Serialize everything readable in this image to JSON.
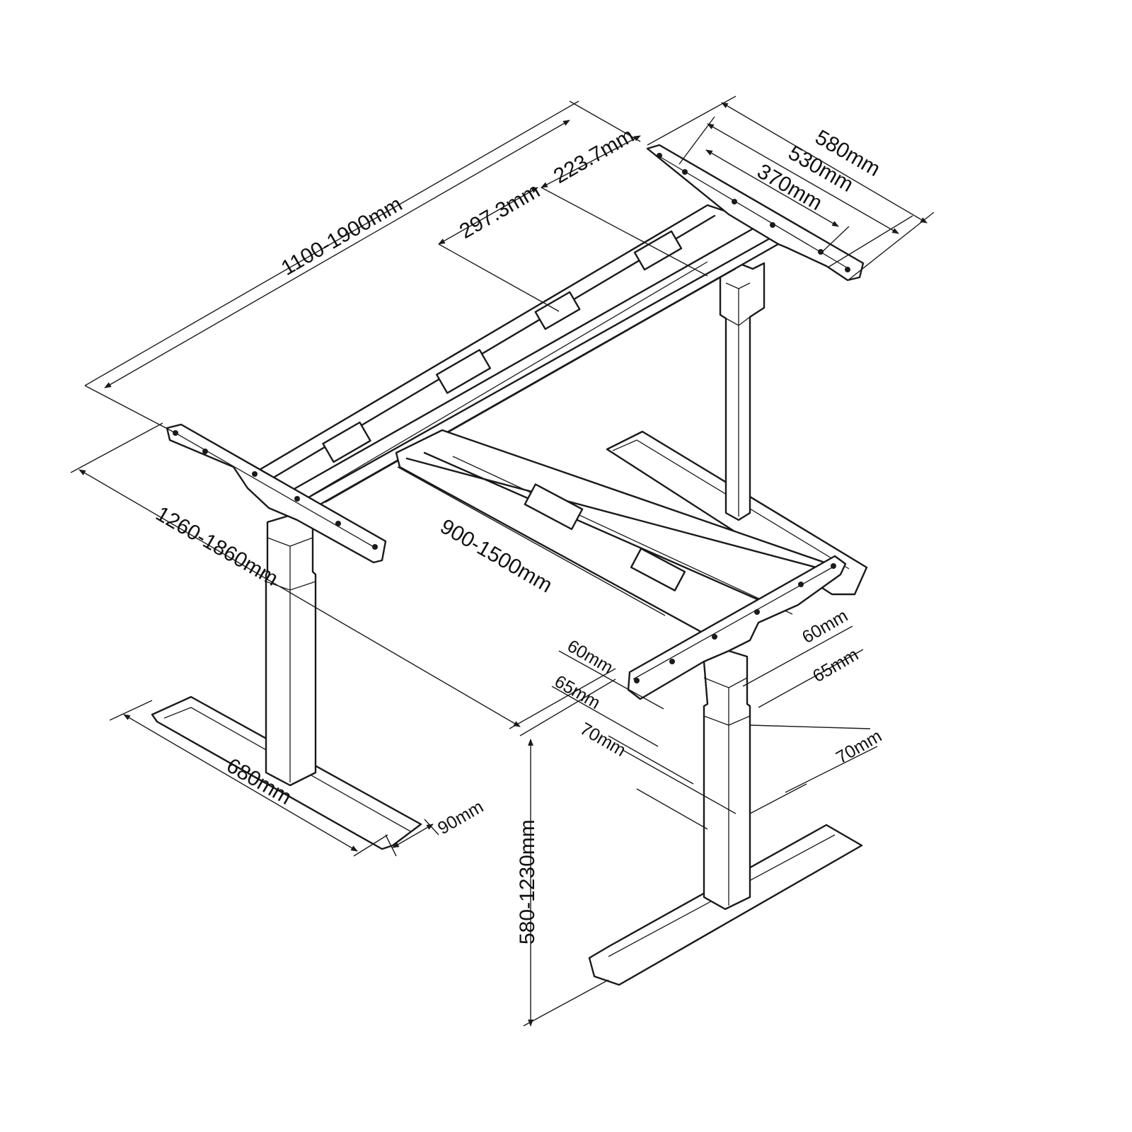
{
  "diagram": {
    "dimensions": {
      "overall_length": "1100-1900mm",
      "top_bracket_spacing_a": "223.7mm",
      "top_bracket_spacing_b": "297.3mm",
      "bracket_580": "580mm",
      "bracket_530": "530mm",
      "bracket_370": "370mm",
      "return_length": "1260-1860mm",
      "inner_length": "900-1500mm",
      "foot_length": "680mm",
      "foot_width": "90mm",
      "height_range": "580-1230mm",
      "col_60_left": "60mm",
      "col_60_right": "60mm",
      "col_65_left": "65mm",
      "col_65_right": "65mm",
      "col_70_left": "70mm",
      "col_70_right": "70mm"
    }
  }
}
